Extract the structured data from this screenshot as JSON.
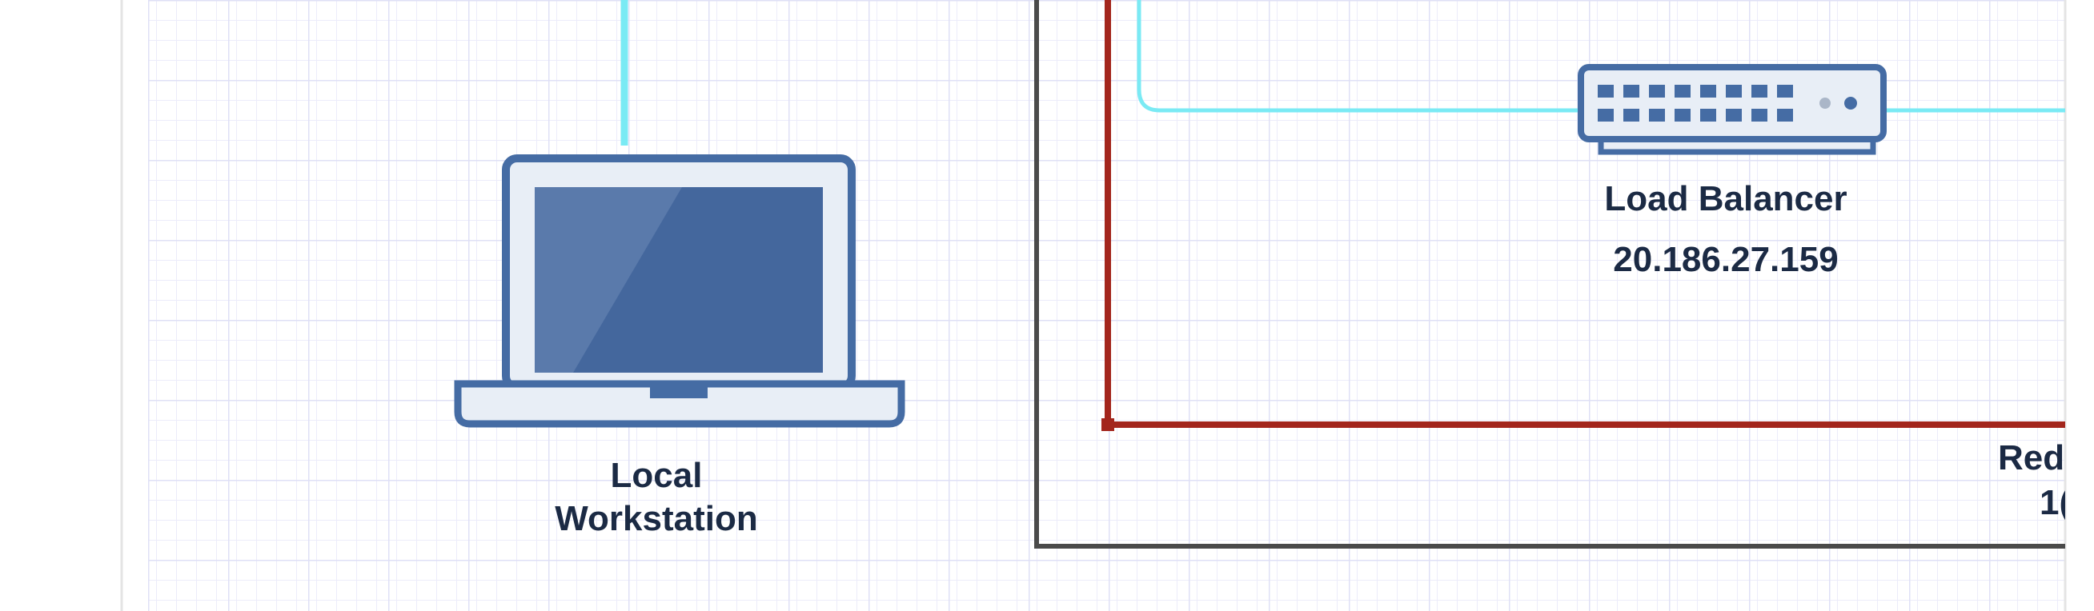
{
  "diagram": {
    "nodes": {
      "local_workstation": {
        "label_line1": "Local",
        "label_line2": "Workstation",
        "icon": "laptop-icon"
      },
      "load_balancer": {
        "label": "Load Balancer",
        "ip": "20.186.27.159",
        "icon": "network-switch-icon"
      },
      "partial_node": {
        "label_fragment": "Red",
        "sublabel_fragment": "1("
      }
    },
    "colors": {
      "grid_line": "#e8e8f8",
      "grid_major": "#d8d8f0",
      "connection_cyan": "#7aeaf4",
      "boundary_red": "#a3261d",
      "boundary_dark": "#4a4a4a",
      "device_fill": "#e8eef6",
      "device_stroke": "#456ca4",
      "screen_fill": "#44679d",
      "text": "#1b2a44"
    }
  }
}
